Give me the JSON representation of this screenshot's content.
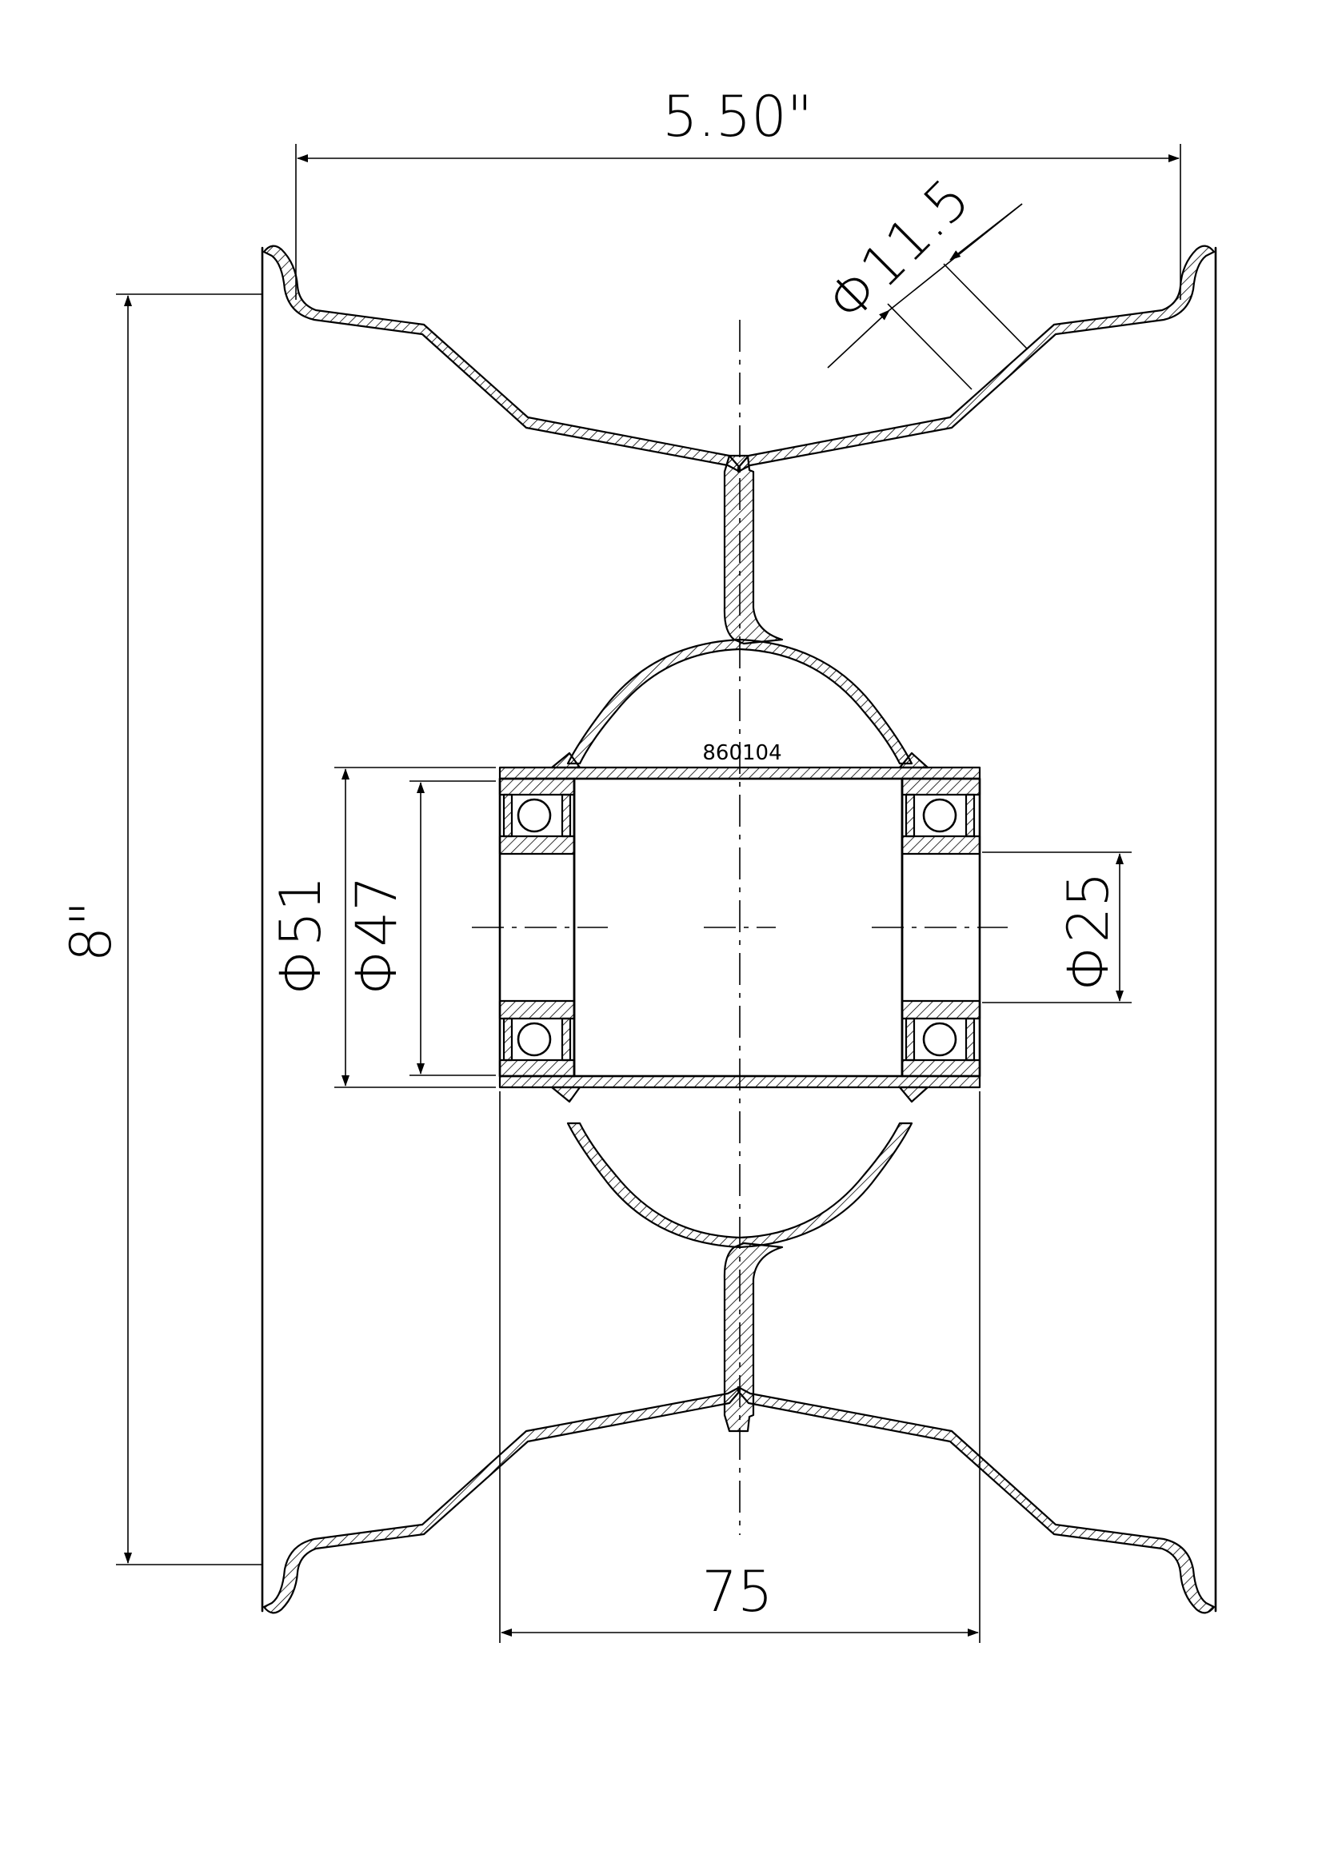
{
  "drawing": {
    "part_number": "860104",
    "dimensions": {
      "rim_width": "5.50\"",
      "rim_diameter": "8\"",
      "hub_length": "75",
      "tube_od": "Φ51",
      "bearing_od": "Φ47",
      "bore": "Φ25",
      "wall_thickness": "Φ11.5"
    },
    "colors": {
      "line": "#000000",
      "background": "#ffffff"
    }
  }
}
